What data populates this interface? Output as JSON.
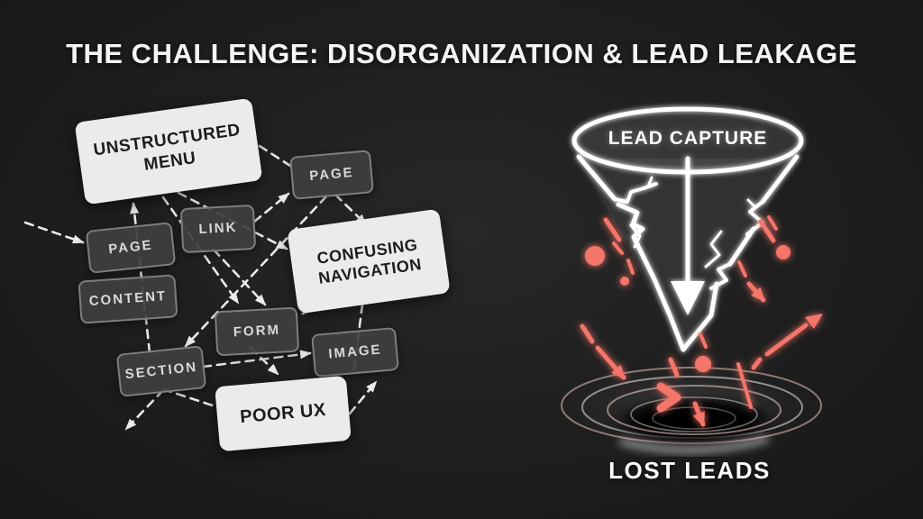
{
  "title": "THE CHALLENGE: DISORGANIZATION & LEAD LEAKAGE",
  "left_diagram": {
    "description": "chaotic-sitemap",
    "boxes": [
      {
        "label": "UNSTRUCTURED\nMENU",
        "style": "light"
      },
      {
        "label": "PAGE",
        "style": "dark"
      },
      {
        "label": "LINK",
        "style": "dark"
      },
      {
        "label": "PAGE",
        "style": "dark"
      },
      {
        "label": "CONFUSING\nNAVIGATION",
        "style": "light"
      },
      {
        "label": "CONTENT",
        "style": "dark"
      },
      {
        "label": "FORM",
        "style": "dark"
      },
      {
        "label": "IMAGE",
        "style": "dark"
      },
      {
        "label": "SECTION",
        "style": "dark"
      },
      {
        "label": "POOR UX",
        "style": "light"
      }
    ]
  },
  "funnel": {
    "label": "LEAD CAPTURE"
  },
  "vortex": {
    "label": "LOST LEADS"
  },
  "colors": {
    "background": "#1e1e1e",
    "box_light": "#ebebeb",
    "box_dark": "#3e3e3e",
    "box_dark_border": "#7d7d7d",
    "dashed_arrow": "#eaeaea",
    "funnel_stroke": "#ffffff",
    "leak_red": "#f4756a"
  }
}
